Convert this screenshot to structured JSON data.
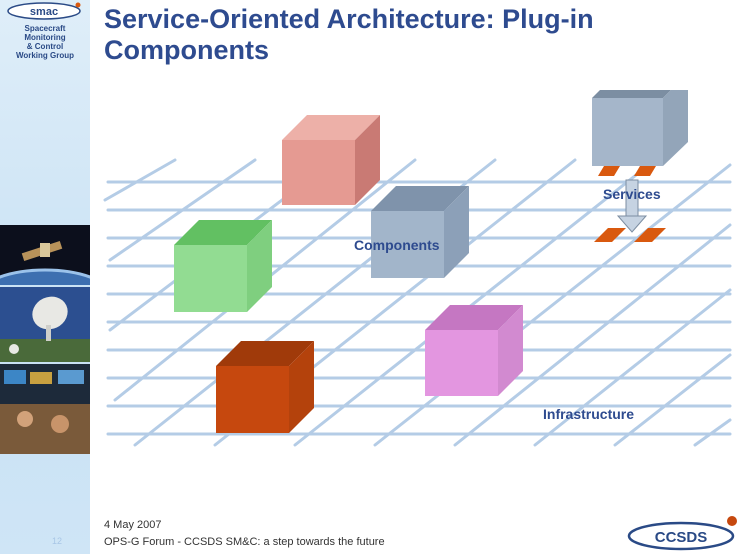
{
  "sidebar": {
    "logo_text": "smac",
    "group_text": "Spacecraft\nMonitoring\n& Control\nWorking Group",
    "slide_number": "12"
  },
  "title": "Service-Oriented Architecture: Plug-in Components",
  "diagram": {
    "labels": {
      "services": "Services",
      "components": "Components",
      "infrastructure": "Infrastructure"
    },
    "colors": {
      "pink_cube": "#e59a92",
      "blue_cube": "#9fb3c9",
      "green_cube": "#8fd98f",
      "brown_cube": "#c6480e",
      "violet_cube": "#e396e0",
      "service_cube": "#a5b6ca",
      "grid": "#b4cce6",
      "connector": "#d9590f"
    }
  },
  "footer": {
    "date": "4 May 2007",
    "text": "OPS-G Forum - CCSDS SM&C: a step towards the future",
    "logo_text": "CCSDS"
  }
}
